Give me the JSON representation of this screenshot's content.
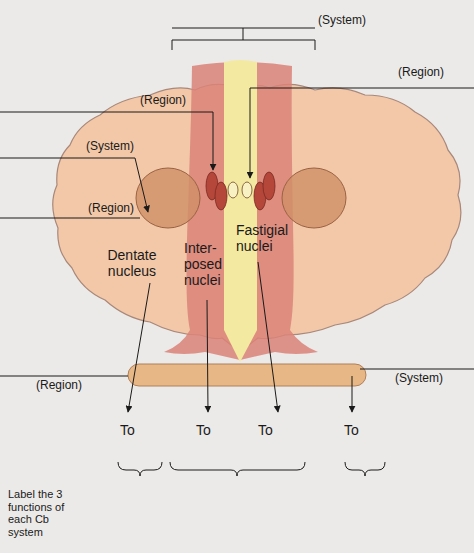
{
  "diagram": {
    "labels": [
      "(System)",
      "(Region)",
      "(Region)",
      "(System)",
      "(Region)",
      "Dentate nucleus",
      "Inter- posed nuclei",
      "Fastigial nuclei",
      "(Region)",
      "(System)",
      "To",
      "To",
      "To",
      "To",
      "Label the 3 functions of each Cb system"
    ]
  }
}
